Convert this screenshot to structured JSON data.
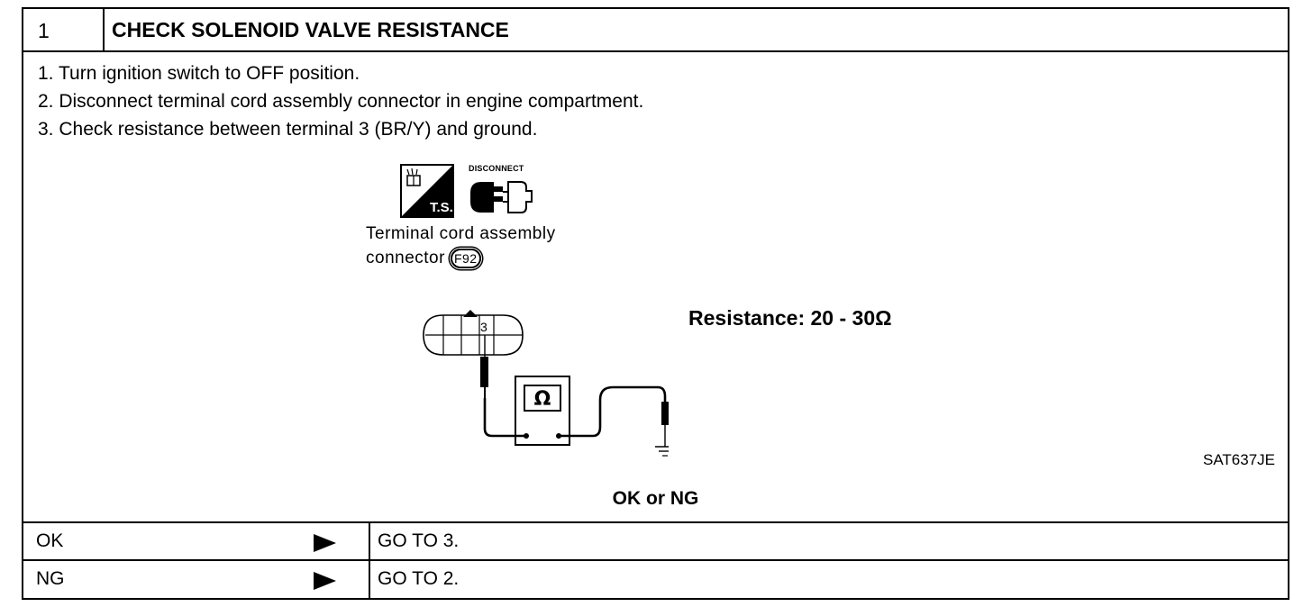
{
  "header": {
    "step_number": "1",
    "title": "CHECK SOLENOID VALVE RESISTANCE"
  },
  "procedure": [
    "1.  Turn ignition switch to OFF position.",
    "2.  Disconnect terminal cord assembly connector in engine compartment.",
    "3.  Check resistance between terminal 3 (BR/Y) and ground."
  ],
  "figure": {
    "ts_label": "T.S.",
    "disconnect_label": "DISCONNECT",
    "connector_name_line1": "Terminal  cord  assembly",
    "connector_name_line2": "connector",
    "connector_code": "F92",
    "terminal_number": "3",
    "meter_symbol": "Ω",
    "spec": "Resistance: 20 - 30Ω",
    "figure_code": "SAT637JE"
  },
  "question": "OK or NG",
  "results": [
    {
      "result": "OK",
      "action": "GO TO 3."
    },
    {
      "result": "NG",
      "action": "GO TO 2."
    }
  ]
}
